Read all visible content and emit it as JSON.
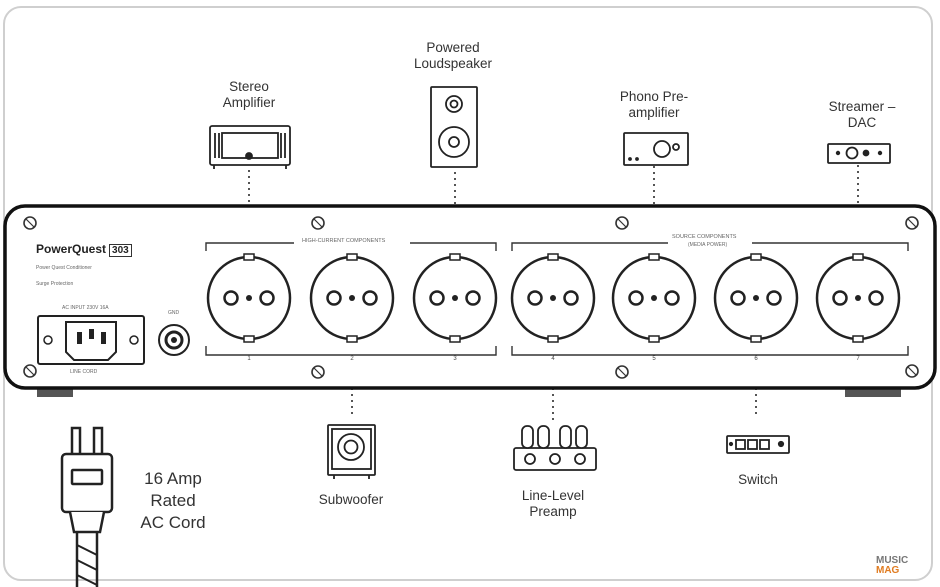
{
  "labels": {
    "stereo_amplifier": "Stereo\nAmplifier",
    "powered_loudspeaker": "Powered\nLoudspeaker",
    "phono_preamplifier": "Phono Pre-\namplifier",
    "streamer_dac": "Streamer –\nDAC",
    "subwoofer": "Subwoofer",
    "line_level_preamp": "Line-Level\nPreamp",
    "switch": "Switch",
    "ac_cord": "16 Amp\nRated\nAC Cord"
  },
  "unit": {
    "brand": "PowerQuest",
    "model": "303",
    "line1": "Power Quest Conditioner",
    "line2": "Surge Protection",
    "input_label": "AC INPUT 230V 16A",
    "input_sub": "LINE CORD",
    "ground": "GND",
    "group_a": "HIGH-CURRENT COMPONENTS",
    "group_b": "SOURCE COMPONENTS",
    "group_b_sub": "(MEDIA POWER)",
    "outlet_numbers": [
      "1",
      "2",
      "3",
      "4",
      "5",
      "6",
      "7"
    ]
  },
  "watermark": {
    "part1": "MUSIC",
    "part2": "MAG"
  },
  "colors": {
    "line": "#222222",
    "outline": "#cfcfcf",
    "text": "#333333",
    "accent": "#e07b20"
  }
}
